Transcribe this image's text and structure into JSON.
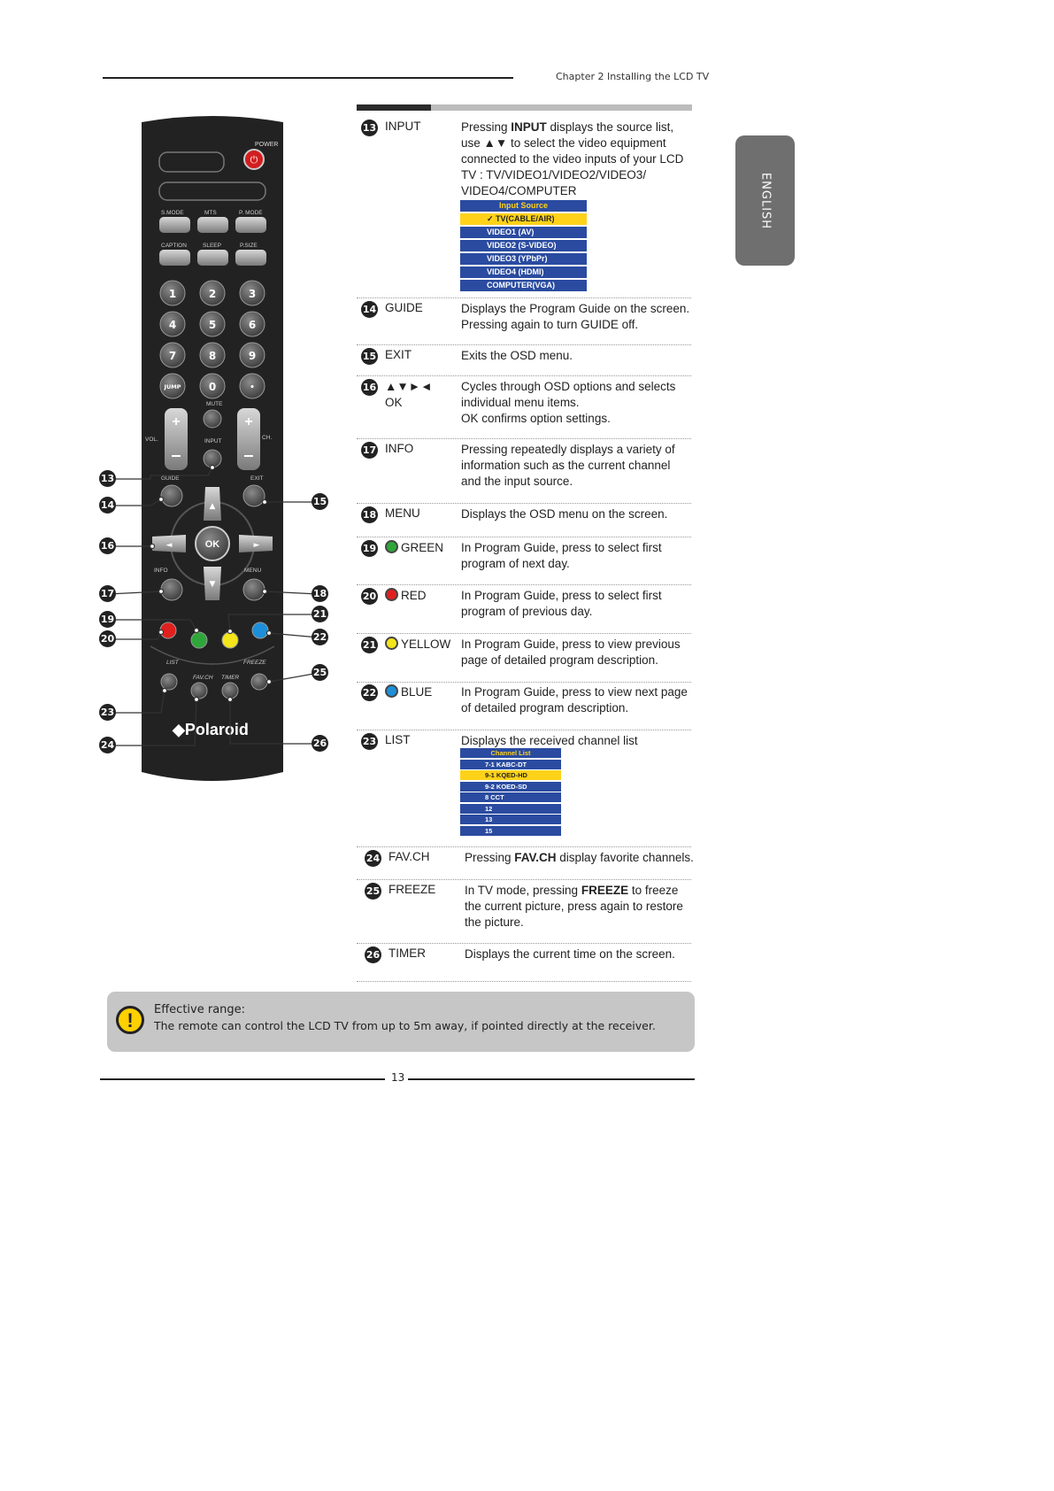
{
  "header": {
    "chapter_title": "Chapter 2 Installing the LCD TV"
  },
  "side_tab": {
    "label": "ENGLISH"
  },
  "remote": {
    "power_label": "POWER",
    "smode": "S.MODE",
    "mts": "MTS",
    "pmode": "P. MODE",
    "caption": "CAPTION",
    "sleep": "SLEEP",
    "psize": "P.SIZE",
    "digits": [
      "1",
      "2",
      "3",
      "4",
      "5",
      "6",
      "7",
      "8",
      "9"
    ],
    "jump": "JUMP",
    "zero": "0",
    "dot": "•",
    "mute": "MUTE",
    "vol": "VOL.",
    "ch": "CH.",
    "input": "INPUT",
    "guide": "GUIDE",
    "exit": "EXIT",
    "ok": "OK",
    "info": "INFO",
    "menu": "MENU",
    "list": "LIST",
    "favch": "FAV.CH",
    "timer": "TIMER",
    "freeze": "FREEZE",
    "brand": "◆Polaroid",
    "callouts": [
      "13",
      "14",
      "15",
      "16",
      "17",
      "18",
      "19",
      "20",
      "21",
      "22",
      "23",
      "24",
      "25",
      "26"
    ]
  },
  "entries": [
    {
      "num": "13",
      "key": "INPUT",
      "desc": "Pressing <b>INPUT</b> displays the source list, use ▲▼ to select the video equipment connected to the video inputs of your LCD TV : TV/VIDEO1/VIDEO2/VIDEO3/ VIDEO4/COMPUTER"
    },
    {
      "num": "14",
      "key": "GUIDE",
      "desc": "Displays the Program Guide on the screen.  Pressing again to turn GUIDE off."
    },
    {
      "num": "15",
      "key": "EXIT",
      "desc": "Exits the OSD menu."
    },
    {
      "num": "16",
      "key": "▲▼►◄",
      "key2": "OK",
      "desc": "Cycles through OSD options and selects individual menu items.<br>OK confirms option settings."
    },
    {
      "num": "17",
      "key": "INFO",
      "desc": "Pressing repeatedly displays a variety of information such as the current channel and the input source."
    },
    {
      "num": "18",
      "key": "MENU",
      "desc": "Displays the OSD menu on the screen."
    },
    {
      "num": "19",
      "key": "GREEN",
      "dot": "#2fa63a",
      "desc": "In Program Guide, press to select first program of next day."
    },
    {
      "num": "20",
      "key": "RED",
      "dot": "#e0201f",
      "desc": "In Program Guide, press to select first program of previous day."
    },
    {
      "num": "21",
      "key": "YELLOW",
      "dot": "#f4e41a",
      "desc": "In Program Guide, press to view previous page of detailed program description."
    },
    {
      "num": "22",
      "key": "BLUE",
      "dot": "#1d8fd8",
      "desc": "In Program Guide, press to view next page of detailed program description."
    },
    {
      "num": "23",
      "key": "LIST",
      "desc": "Displays the received channel list"
    },
    {
      "num": "24",
      "key": "FAV.CH",
      "desc": "Pressing <b>FAV.CH</b> display favorite channels."
    },
    {
      "num": "25",
      "key": "FREEZE",
      "desc": "In TV mode, pressing <b>FREEZE</b> to freeze the current picture, press again to restore the picture."
    },
    {
      "num": "26",
      "key": "TIMER",
      "desc": "Displays the current time on the screen."
    }
  ],
  "input_source_menu": {
    "title": "Input Source",
    "items": [
      "✓  TV(CABLE/AIR)",
      "VIDEO1 (AV)",
      "VIDEO2 (S-VIDEO)",
      "VIDEO3 (YPbPr)",
      "VIDEO4 (HDMI)",
      "COMPUTER(VGA)"
    ],
    "selected_index": 0
  },
  "channel_list_menu": {
    "title": "Channel List",
    "items": [
      "7-1 KABC-DT",
      "9-1 KQED-HD",
      "9-2 KOED-SD",
      "8     CCT",
      "12",
      "13",
      "15"
    ],
    "selected_index": 1
  },
  "note": {
    "icon": "exclamation-icon",
    "line1": "Effective range:",
    "line2": "The remote can control the LCD TV from up to 5m away, if pointed directly at the receiver."
  },
  "page_number": "13"
}
